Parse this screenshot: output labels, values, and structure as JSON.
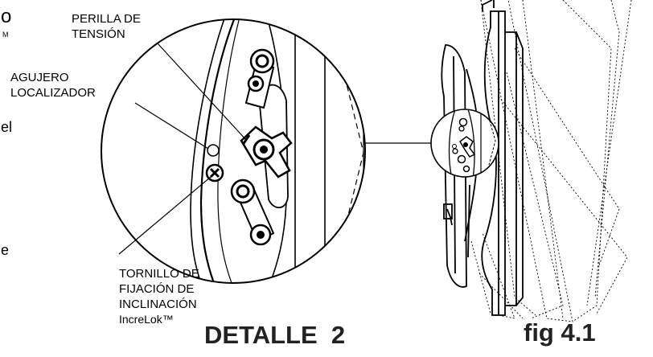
{
  "labels": {
    "tension_knob": "PERILLA DE\nTENSIÓN",
    "locator_hole": "AGUJERO\nLOCALIZADOR",
    "tilt_screw": "TORNILLO DE\nFIJACIÓN DE\nINCLINACIÓN",
    "increlok": "IncreLok™"
  },
  "partial_text": {
    "top_left_o": "o",
    "top_left_tm": "M",
    "left_el": "el",
    "left_e": "e"
  },
  "captions": {
    "detail": "DETALLE  2",
    "figure": "fig 4.1"
  },
  "icons": [
    "tension-knob-icon",
    "locator-hole-icon",
    "tilt-screw-icon",
    "adjustment-bolt-icon"
  ]
}
